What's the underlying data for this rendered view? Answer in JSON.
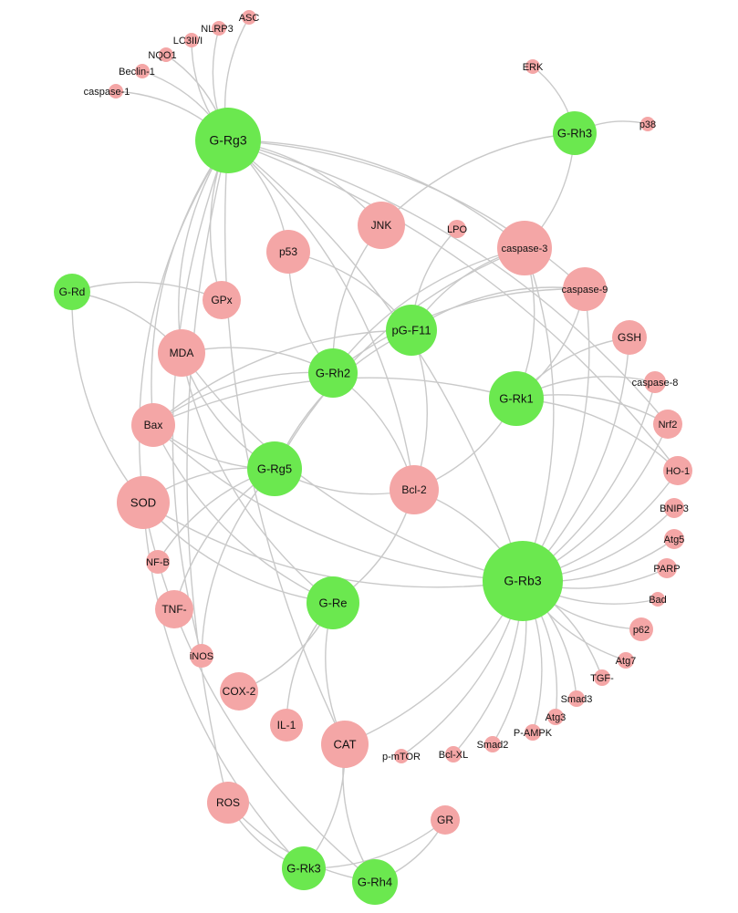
{
  "colors": {
    "compound": "#6be84f",
    "target": "#f4a6a6",
    "edge": "#c9c9c9"
  },
  "nodes": [
    {
      "id": "G-Rg3",
      "label": "G-Rg3",
      "kind": "compound"
    },
    {
      "id": "G-Rh3",
      "label": "G-Rh3",
      "kind": "compound"
    },
    {
      "id": "G-Rd",
      "label": "G-Rd",
      "kind": "compound"
    },
    {
      "id": "pG-F11",
      "label": "pG-F11",
      "kind": "compound"
    },
    {
      "id": "G-Rh2",
      "label": "G-Rh2",
      "kind": "compound"
    },
    {
      "id": "G-Rk1",
      "label": "G-Rk1",
      "kind": "compound"
    },
    {
      "id": "G-Rg5",
      "label": "G-Rg5",
      "kind": "compound"
    },
    {
      "id": "G-Re",
      "label": "G-Re",
      "kind": "compound"
    },
    {
      "id": "G-Rb3",
      "label": "G-Rb3",
      "kind": "compound"
    },
    {
      "id": "G-Rk3",
      "label": "G-Rk3",
      "kind": "compound"
    },
    {
      "id": "G-Rh4",
      "label": "G-Rh4",
      "kind": "compound"
    },
    {
      "id": "ASC",
      "label": "ASC",
      "kind": "target"
    },
    {
      "id": "NLRP3",
      "label": "NLRP3",
      "kind": "target"
    },
    {
      "id": "LC3II",
      "label": "LC3II/I",
      "kind": "target"
    },
    {
      "id": "NQO1",
      "label": "NQO1",
      "kind": "target"
    },
    {
      "id": "Beclin-1",
      "label": "Beclin-1",
      "kind": "target"
    },
    {
      "id": "caspase-1",
      "label": "caspase-1",
      "kind": "target"
    },
    {
      "id": "ERK",
      "label": "ERK",
      "kind": "target"
    },
    {
      "id": "p38",
      "label": "p38",
      "kind": "target"
    },
    {
      "id": "JNK",
      "label": "JNK",
      "kind": "target"
    },
    {
      "id": "LPO",
      "label": "LPO",
      "kind": "target"
    },
    {
      "id": "caspase-3",
      "label": "caspase-3",
      "kind": "target"
    },
    {
      "id": "p53",
      "label": "p53",
      "kind": "target"
    },
    {
      "id": "GPx",
      "label": "GPx",
      "kind": "target"
    },
    {
      "id": "caspase-9",
      "label": "caspase-9",
      "kind": "target"
    },
    {
      "id": "MDA",
      "label": "MDA",
      "kind": "target"
    },
    {
      "id": "GSH",
      "label": "GSH",
      "kind": "target"
    },
    {
      "id": "caspase-8",
      "label": "caspase-8",
      "kind": "target"
    },
    {
      "id": "Bax",
      "label": "Bax",
      "kind": "target"
    },
    {
      "id": "Nrf2",
      "label": "Nrf2",
      "kind": "target"
    },
    {
      "id": "HO-1",
      "label": "HO-1",
      "kind": "target"
    },
    {
      "id": "SOD",
      "label": "SOD",
      "kind": "target"
    },
    {
      "id": "Bcl-2",
      "label": "Bcl-2",
      "kind": "target"
    },
    {
      "id": "BNIP3",
      "label": "BNIP3",
      "kind": "target"
    },
    {
      "id": "Atg5",
      "label": "Atg5",
      "kind": "target"
    },
    {
      "id": "NF-B",
      "label": "NF-B",
      "kind": "target"
    },
    {
      "id": "PARP",
      "label": "PARP",
      "kind": "target"
    },
    {
      "id": "Bad",
      "label": "Bad",
      "kind": "target"
    },
    {
      "id": "TNF-",
      "label": "TNF-",
      "kind": "target"
    },
    {
      "id": "p62",
      "label": "p62",
      "kind": "target"
    },
    {
      "id": "iNOS",
      "label": "iNOS",
      "kind": "target"
    },
    {
      "id": "Atg7",
      "label": "Atg7",
      "kind": "target"
    },
    {
      "id": "TGF-",
      "label": "TGF-",
      "kind": "target"
    },
    {
      "id": "COX-2",
      "label": "COX-2",
      "kind": "target"
    },
    {
      "id": "Smad3",
      "label": "Smad3",
      "kind": "target"
    },
    {
      "id": "Atg3",
      "label": "Atg3",
      "kind": "target"
    },
    {
      "id": "IL-1",
      "label": "IL-1",
      "kind": "target"
    },
    {
      "id": "P-AMPK",
      "label": "P-AMPK",
      "kind": "target"
    },
    {
      "id": "Smad2",
      "label": "Smad2",
      "kind": "target"
    },
    {
      "id": "Bcl-XL",
      "label": "Bcl-XL",
      "kind": "target"
    },
    {
      "id": "p-mTOR",
      "label": "p-mTOR",
      "kind": "target"
    },
    {
      "id": "CAT",
      "label": "CAT",
      "kind": "target"
    },
    {
      "id": "ROS",
      "label": "ROS",
      "kind": "target"
    },
    {
      "id": "GR",
      "label": "GR",
      "kind": "target"
    }
  ],
  "edges": [
    [
      "G-Rg3",
      "ASC"
    ],
    [
      "G-Rg3",
      "NLRP3"
    ],
    [
      "G-Rg3",
      "LC3II"
    ],
    [
      "G-Rg3",
      "NQO1"
    ],
    [
      "G-Rg3",
      "Beclin-1"
    ],
    [
      "G-Rg3",
      "caspase-1"
    ],
    [
      "G-Rg3",
      "JNK"
    ],
    [
      "G-Rg3",
      "p53"
    ],
    [
      "G-Rg3",
      "GPx"
    ],
    [
      "G-Rg3",
      "MDA"
    ],
    [
      "G-Rg3",
      "Bax"
    ],
    [
      "G-Rg3",
      "SOD"
    ],
    [
      "G-Rg3",
      "caspase-3"
    ],
    [
      "G-Rg3",
      "caspase-9"
    ],
    [
      "G-Rg3",
      "Nrf2"
    ],
    [
      "G-Rg3",
      "HO-1"
    ],
    [
      "G-Rg3",
      "Bcl-2"
    ],
    [
      "G-Rg3",
      "ROS"
    ],
    [
      "G-Rg3",
      "CAT"
    ],
    [
      "G-Rg3",
      "iNOS"
    ],
    [
      "G-Rh3",
      "ERK"
    ],
    [
      "G-Rh3",
      "p38"
    ],
    [
      "G-Rh3",
      "caspase-3"
    ],
    [
      "G-Rh3",
      "JNK"
    ],
    [
      "G-Rd",
      "SOD"
    ],
    [
      "G-Rd",
      "MDA"
    ],
    [
      "G-Rd",
      "GPx"
    ],
    [
      "pG-F11",
      "LPO"
    ],
    [
      "pG-F11",
      "p53"
    ],
    [
      "pG-F11",
      "caspase-3"
    ],
    [
      "pG-F11",
      "Bcl-2"
    ],
    [
      "pG-F11",
      "Bax"
    ],
    [
      "pG-F11",
      "caspase-9"
    ],
    [
      "pG-F11",
      "G-Rg5"
    ],
    [
      "G-Rh2",
      "JNK"
    ],
    [
      "G-Rh2",
      "p53"
    ],
    [
      "G-Rh2",
      "caspase-3"
    ],
    [
      "G-Rh2",
      "MDA"
    ],
    [
      "G-Rh2",
      "Bax"
    ],
    [
      "G-Rh2",
      "caspase-9"
    ],
    [
      "G-Rh2",
      "Bcl-2"
    ],
    [
      "G-Rk1",
      "caspase-3"
    ],
    [
      "G-Rk1",
      "caspase-9"
    ],
    [
      "G-Rk1",
      "GSH"
    ],
    [
      "G-Rk1",
      "caspase-8"
    ],
    [
      "G-Rk1",
      "Nrf2"
    ],
    [
      "G-Rk1",
      "HO-1"
    ],
    [
      "G-Rk1",
      "Bcl-2"
    ],
    [
      "G-Rk1",
      "Bax"
    ],
    [
      "G-Rg5",
      "Bax"
    ],
    [
      "G-Rg5",
      "Bcl-2"
    ],
    [
      "G-Rg5",
      "SOD"
    ],
    [
      "G-Rg5",
      "MDA"
    ],
    [
      "G-Rg5",
      "NF-B"
    ],
    [
      "G-Rg5",
      "TNF-"
    ],
    [
      "G-Rg5",
      "caspase-3"
    ],
    [
      "G-Rg5",
      "iNOS"
    ],
    [
      "G-Re",
      "Bcl-2"
    ],
    [
      "G-Re",
      "SOD"
    ],
    [
      "G-Re",
      "CAT"
    ],
    [
      "G-Re",
      "IL-1"
    ],
    [
      "G-Re",
      "COX-2"
    ],
    [
      "G-Re",
      "MDA"
    ],
    [
      "G-Re",
      "Bax"
    ],
    [
      "G-Rb3",
      "Bcl-2"
    ],
    [
      "G-Rb3",
      "BNIP3"
    ],
    [
      "G-Rb3",
      "Atg5"
    ],
    [
      "G-Rb3",
      "PARP"
    ],
    [
      "G-Rb3",
      "Bad"
    ],
    [
      "G-Rb3",
      "p62"
    ],
    [
      "G-Rb3",
      "Atg7"
    ],
    [
      "G-Rb3",
      "TGF-"
    ],
    [
      "G-Rb3",
      "Smad3"
    ],
    [
      "G-Rb3",
      "Atg3"
    ],
    [
      "G-Rb3",
      "P-AMPK"
    ],
    [
      "G-Rb3",
      "Smad2"
    ],
    [
      "G-Rb3",
      "Bcl-XL"
    ],
    [
      "G-Rb3",
      "p-mTOR"
    ],
    [
      "G-Rb3",
      "caspase-3"
    ],
    [
      "G-Rb3",
      "caspase-9"
    ],
    [
      "G-Rb3",
      "caspase-8"
    ],
    [
      "G-Rb3",
      "SOD"
    ],
    [
      "G-Rb3",
      "MDA"
    ],
    [
      "G-Rb3",
      "Bax"
    ],
    [
      "G-Rb3",
      "CAT"
    ],
    [
      "G-Rb3",
      "GSH"
    ],
    [
      "G-Rb3",
      "Nrf2"
    ],
    [
      "G-Rb3",
      "HO-1"
    ],
    [
      "G-Rb3",
      "G-Rg3"
    ],
    [
      "G-Rk3",
      "ROS"
    ],
    [
      "G-Rk3",
      "SOD"
    ],
    [
      "G-Rk3",
      "CAT"
    ],
    [
      "G-Rk3",
      "GR"
    ],
    [
      "G-Rh4",
      "ROS"
    ],
    [
      "G-Rh4",
      "CAT"
    ],
    [
      "G-Rh4",
      "GR"
    ],
    [
      "G-Rh4",
      "SOD"
    ]
  ]
}
